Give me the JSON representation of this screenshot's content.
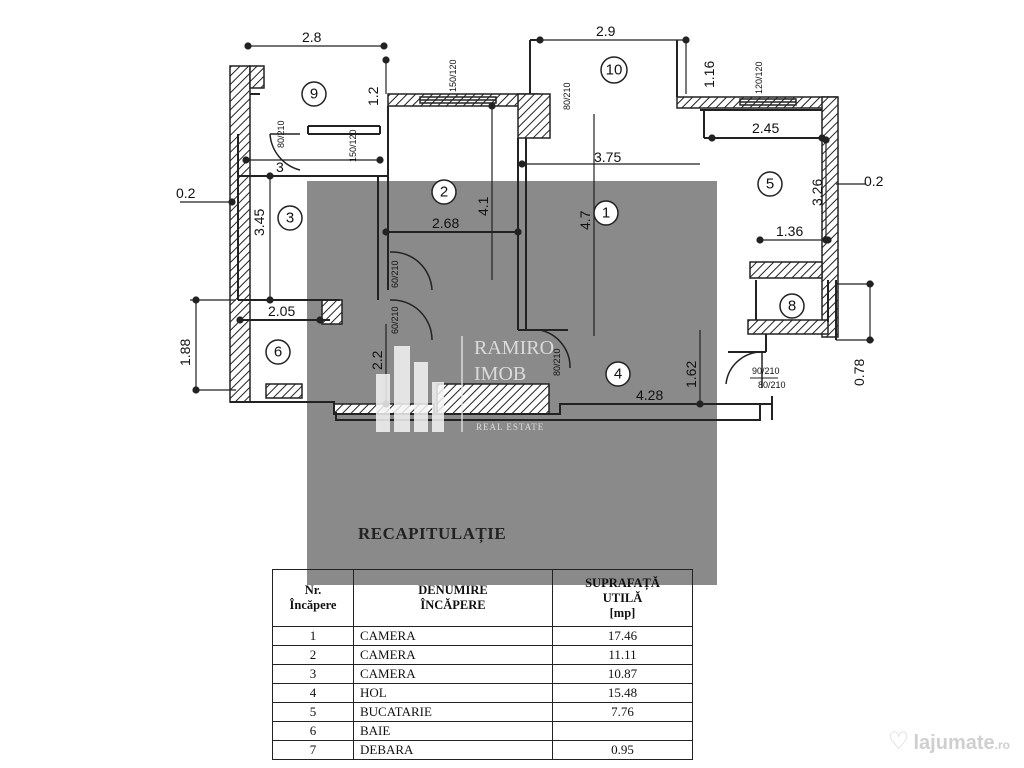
{
  "plan": {
    "dimensions": {
      "d_2_8": "2.8",
      "d_2_9": "2.9",
      "d_1_2": "1.2",
      "d_1_16": "1.16",
      "d_3": "3",
      "d_3_75": "3.75",
      "d_0_2_left": "0.2",
      "d_0_2_right": "0.2",
      "d_3_45": "3.45",
      "d_2_68": "2.68",
      "d_4_1": "4.1",
      "d_4_7": "4.7",
      "d_2_45": "2.45",
      "d_3_26": "3.26",
      "d_1_36": "1.36",
      "d_2_05": "2.05",
      "d_1_88": "1.88",
      "d_2_2": "2.2",
      "d_4_28": "4.28",
      "d_1_62": "1.62",
      "d_0_78": "0.78"
    },
    "door_labels": {
      "w_150_120_top": "150/120",
      "w_120_120": "120/120",
      "door_80_210_a": "80/210",
      "door_80_210_b": "80/210",
      "door_80_210_c": "80/210",
      "door_150_120_3": "150/120",
      "door_90_210": "90/210",
      "door_60_210_a": "60/210",
      "door_60_210_b": "60/210",
      "door_80_210_d": "80/210"
    },
    "rooms": [
      "1",
      "2",
      "3",
      "4",
      "5",
      "6",
      "8",
      "9",
      "10"
    ]
  },
  "watermark": {
    "line1": "RAMIRO",
    "line2": "IMOB",
    "line3": "REAL ESTATE"
  },
  "recap": {
    "title": "RECAPITULAȚIE",
    "headers": {
      "nr_line1": "Nr.",
      "nr_line2": "Încăpere",
      "name_line1": "DENUMIRE",
      "name_line2": "ÎNCĂPERE",
      "area_line1": "SUPRAFAȚĂ",
      "area_line2": "UTILĂ",
      "area_line3": "[mp]"
    },
    "rows": [
      {
        "nr": "1",
        "name": "CAMERA",
        "area": "17.46"
      },
      {
        "nr": "2",
        "name": "CAMERA",
        "area": "11.11"
      },
      {
        "nr": "3",
        "name": "CAMERA",
        "area": "10.87"
      },
      {
        "nr": "4",
        "name": "HOL",
        "area": "15.48"
      },
      {
        "nr": "5",
        "name": "BUCATARIE",
        "area": "7.76"
      },
      {
        "nr": "6",
        "name": "BAIE",
        "area": ""
      },
      {
        "nr": "7",
        "name": "DEBARA",
        "area": "0.95"
      }
    ]
  },
  "site_logo": {
    "name": "lajumate",
    "tld": ".ro"
  }
}
